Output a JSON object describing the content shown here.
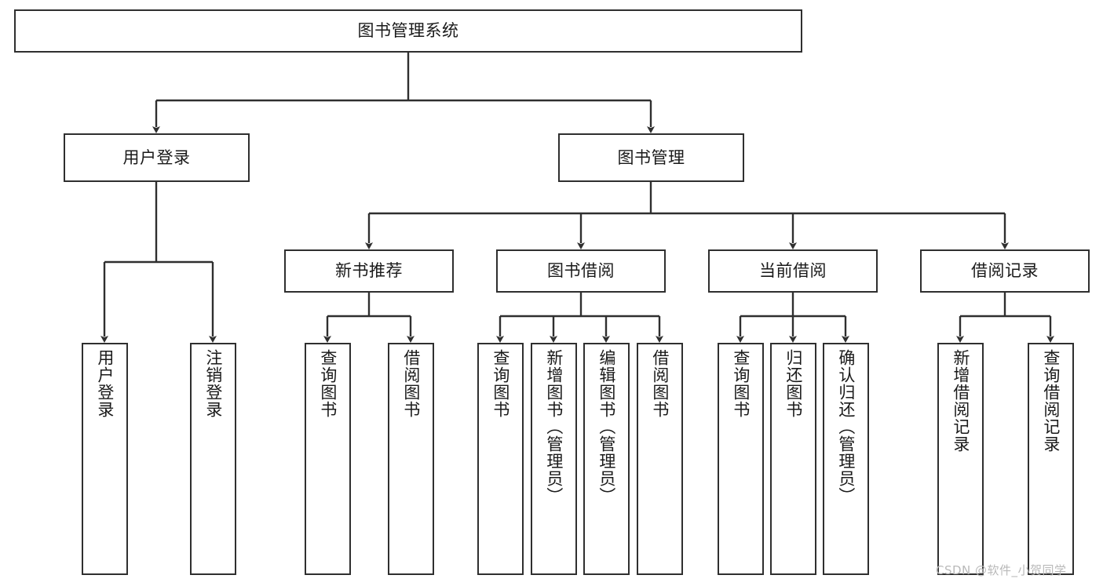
{
  "diagram": {
    "type": "tree",
    "title": "图书管理系统",
    "watermark": "CSDN @软件_小贺同学",
    "colors": {
      "box_border": "#2f2f2f",
      "box_fill": "#ffffff",
      "connector": "#2f2f2f",
      "text": "#1a1a1a",
      "watermark": "#b9b9b9",
      "background": "#ffffff"
    },
    "nodes": {
      "root": {
        "label": "图书管理系统"
      },
      "level2": [
        {
          "label": "用户登录"
        },
        {
          "label": "图书管理"
        }
      ],
      "level3": [
        {
          "label": "新书推荐"
        },
        {
          "label": "图书借阅"
        },
        {
          "label": "当前借阅"
        },
        {
          "label": "借阅记录"
        }
      ],
      "leaves": {
        "user_login": [
          {
            "label": "用户登录"
          },
          {
            "label": "注销登录"
          }
        ],
        "new_book_recommend": [
          {
            "label": "查询图书"
          },
          {
            "label": "借阅图书"
          }
        ],
        "book_borrow": [
          {
            "label": "查询图书"
          },
          {
            "label": "新增图书（管理员）"
          },
          {
            "label": "编辑图书（管理员）"
          },
          {
            "label": "借阅图书"
          }
        ],
        "current_borrow": [
          {
            "label": "查询图书"
          },
          {
            "label": "归还图书"
          },
          {
            "label": "确认归还（管理员）"
          }
        ],
        "borrow_record": [
          {
            "label": "新增借阅记录"
          },
          {
            "label": "查询借阅记录"
          }
        ]
      }
    }
  }
}
